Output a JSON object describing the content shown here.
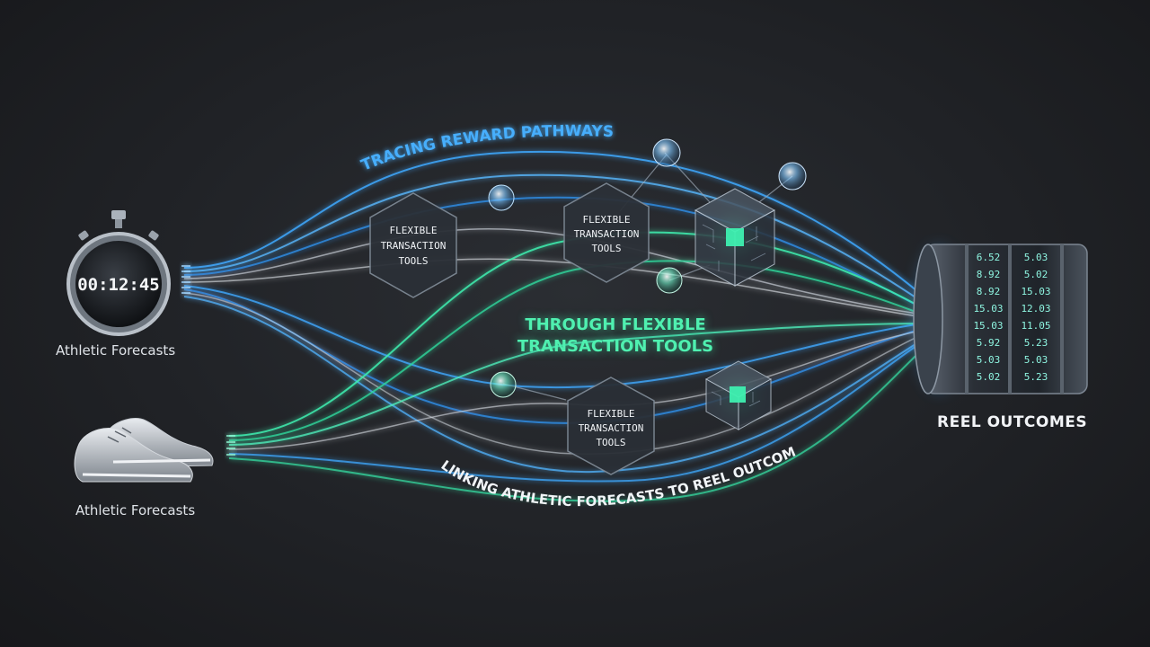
{
  "top_arc_text": "TRACING REWARD PATHWAYS",
  "bottom_arc_text": "LINKING ATHLETIC FORECASTS TO REEL OUTCOMES",
  "middle_title": [
    "THROUGH FLEXIBLE",
    "TRANSACTION TOOLS"
  ],
  "sources": [
    {
      "icon": "stopwatch-icon",
      "label": "Athletic Forecasts",
      "display": "00:12:45"
    },
    {
      "icon": "sneaker-icon",
      "label": "Athletic Forecasts"
    }
  ],
  "hex_nodes": [
    {
      "lines": [
        "FLEXIBLE",
        "TRANSACTION",
        "TOOLS"
      ]
    },
    {
      "lines": [
        "FLEXIBLE",
        "TRANSACTION",
        "TOOLS"
      ]
    },
    {
      "lines": [
        "FLEXIBLE",
        "TRANSACTION",
        "TOOLS"
      ]
    }
  ],
  "destination": {
    "label": "REEL OUTCOMES",
    "reel_left": [
      "6.52",
      "8.92",
      "8.92",
      "15.03",
      "15.03",
      "5.92",
      "5.03",
      "5.02"
    ],
    "reel_right": [
      "5.03",
      "5.02",
      "15.03",
      "12.03",
      "11.05",
      "5.23",
      "5.03",
      "5.23"
    ]
  },
  "colors": {
    "background": "#1e2024",
    "blue": "#3fa9ff",
    "green": "#3ef0b0",
    "white": "#e6e9ee"
  }
}
